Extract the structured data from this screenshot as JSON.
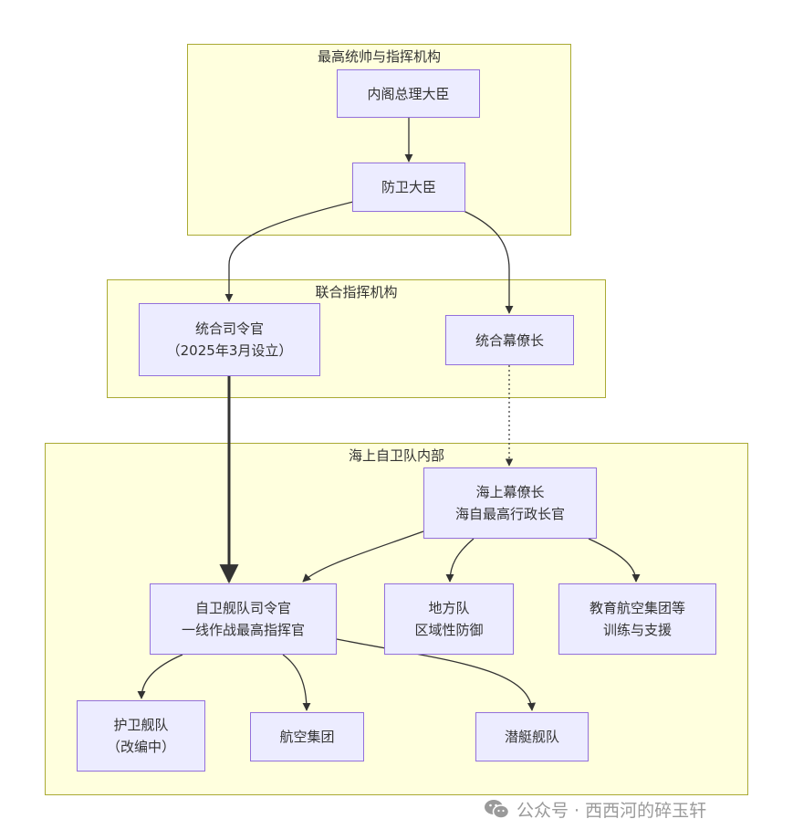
{
  "clusters": {
    "command": {
      "title": "最高统帅与指挥机构"
    },
    "joint": {
      "title": "联合指挥机构"
    },
    "msdf": {
      "title": "海上自卫队内部"
    }
  },
  "nodes": {
    "pm": {
      "line1": "内阁总理大臣"
    },
    "defmin": {
      "line1": "防卫大臣"
    },
    "jointcmd": {
      "line1": "统合司令官",
      "line2": "（2025年3月设立）"
    },
    "jointstaff": {
      "line1": "统合幕僚长"
    },
    "maritimestaff": {
      "line1": "海上幕僚长",
      "line2": "海自最高行政长官"
    },
    "fleetcmd": {
      "line1": "自卫舰队司令官",
      "line2": "一线作战最高指挥官"
    },
    "regional": {
      "line1": "地方队",
      "line2": "区域性防御"
    },
    "education": {
      "line1": "教育航空集团等",
      "line2": "训练与支援"
    },
    "escort": {
      "line1": "护卫舰队",
      "line2": "（改编中）"
    },
    "airgroup": {
      "line1": "航空集团"
    },
    "submarine": {
      "line1": "潜艇舰队"
    }
  },
  "watermark": {
    "text": "公众号 · 西西河的碎玉轩"
  },
  "colors": {
    "cluster_fill": "#ffffde",
    "cluster_border": "#aaaa33",
    "node_fill": "#ececff",
    "node_border": "#9370db",
    "edge": "#333333"
  }
}
